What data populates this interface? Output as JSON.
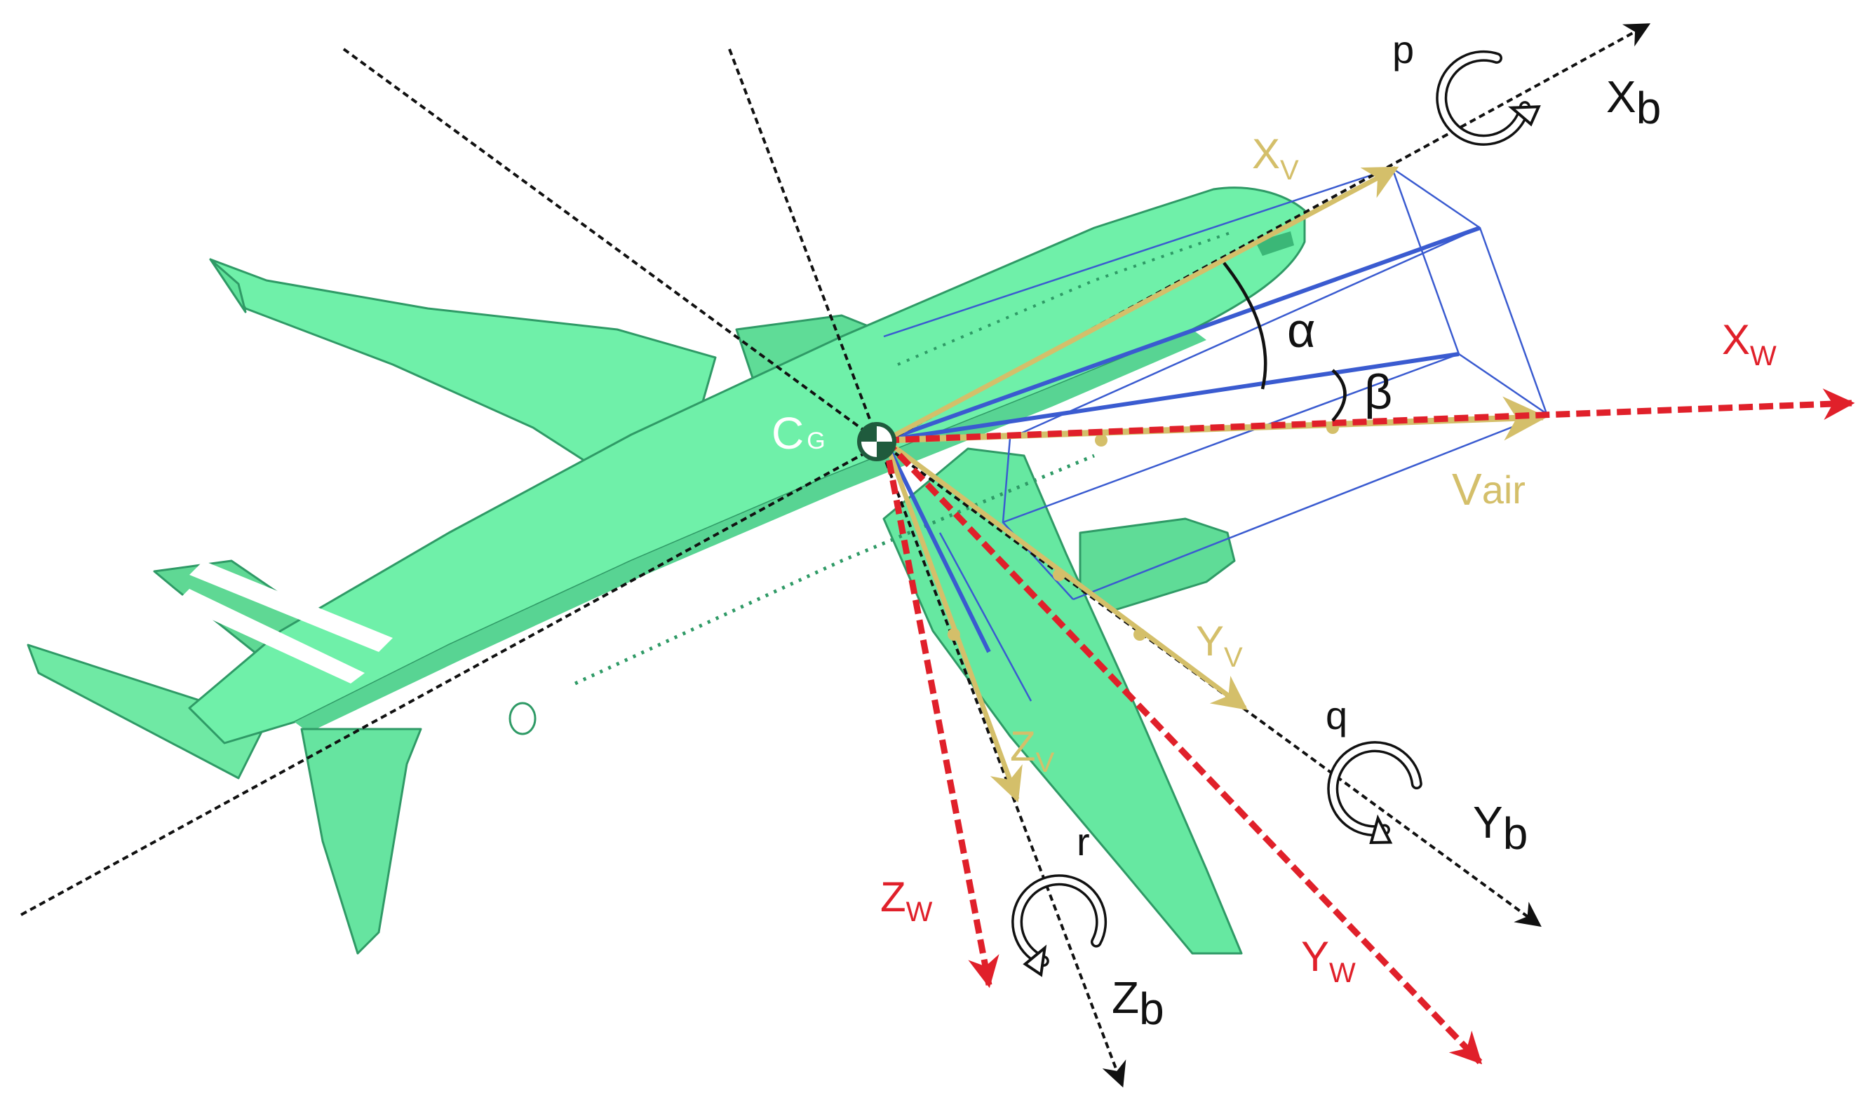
{
  "colors": {
    "background": "#ffffff",
    "aircraft_fill": "#6ff0a9",
    "aircraft_shade": "#4fcf8a",
    "aircraft_outline": "#2f9a66",
    "body_axes": "#111111",
    "wind_axes": "#e0202a",
    "velocity_axes": "#d4bf6a",
    "projection_box": "#3a5bd0",
    "cg_marker": "#1f5b3d",
    "cg_label": "#ffffff"
  },
  "icons": {
    "aircraft": "airliner-silhouette-icon",
    "rotation": "circular-rotation-arrow-icon",
    "cg": "center-of-gravity-marker-icon"
  },
  "labels": {
    "cg": {
      "main": "C",
      "sub": "G"
    },
    "body": {
      "x": {
        "main": "X",
        "sub": "b"
      },
      "y": {
        "main": "Y",
        "sub": "b"
      },
      "z": {
        "main": "Z",
        "sub": "b"
      }
    },
    "wind": {
      "x": {
        "main": "X",
        "sub": "W"
      },
      "y": {
        "main": "Y",
        "sub": "W"
      },
      "z": {
        "main": "Z",
        "sub": "W"
      }
    },
    "velocity_frame": {
      "x": {
        "main": "X",
        "sub": "V"
      },
      "y": {
        "main": "Y",
        "sub": "V"
      },
      "z": {
        "main": "Z",
        "sub": "V"
      }
    },
    "airspeed": {
      "main": "V",
      "sub": "air"
    },
    "angles": {
      "alpha": "α",
      "beta": "β"
    },
    "rates": {
      "p": "p",
      "q": "q",
      "r": "r"
    }
  }
}
